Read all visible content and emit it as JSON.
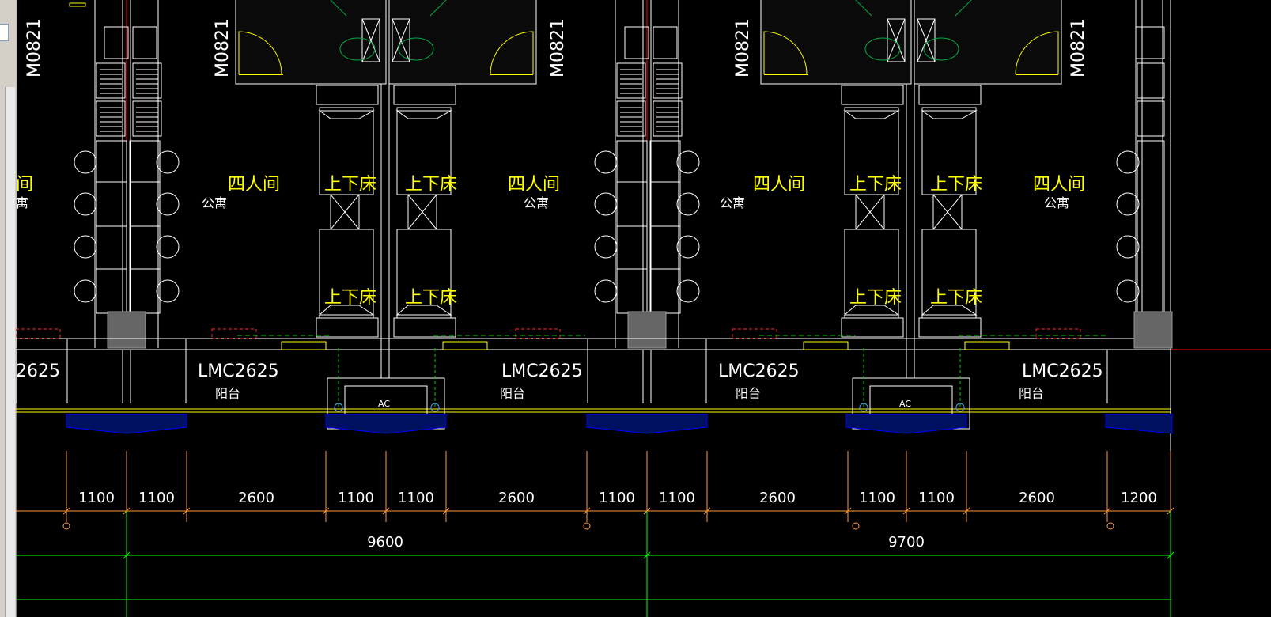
{
  "colors": {
    "background": "#000000",
    "wall": "#ffffff",
    "room_label": "#ffff00",
    "axis": "#ff0000",
    "dimension": "#ff9a3c",
    "dimension_total": "#00ff00",
    "window": "#ffff00",
    "slab": "#0000ff",
    "dash_window": "#00cc00",
    "hidden_red": "#ff0000"
  },
  "labels": {
    "door_tag": "M0821",
    "room_four": "四人间",
    "room_four_partial": "间",
    "apartment": "公寓",
    "apartment_partial": "寓",
    "bunk": "上下床",
    "balcony_window": "LMC2625",
    "balcony_window_partial": "2625",
    "balcony": "阳台",
    "ac": "AC"
  },
  "dimensions": {
    "row1": [
      "1100",
      "1100",
      "2600",
      "1100",
      "1100",
      "2600",
      "1100",
      "1100",
      "2600",
      "1100",
      "1100",
      "2600",
      "1200"
    ],
    "row2": [
      "9600",
      "9700"
    ]
  },
  "icons": [
    "door-swing-icon",
    "toilet-icon",
    "wardrobe-icon",
    "bunk-bed-icon",
    "chair-icon",
    "column-icon",
    "ac-unit-icon"
  ]
}
